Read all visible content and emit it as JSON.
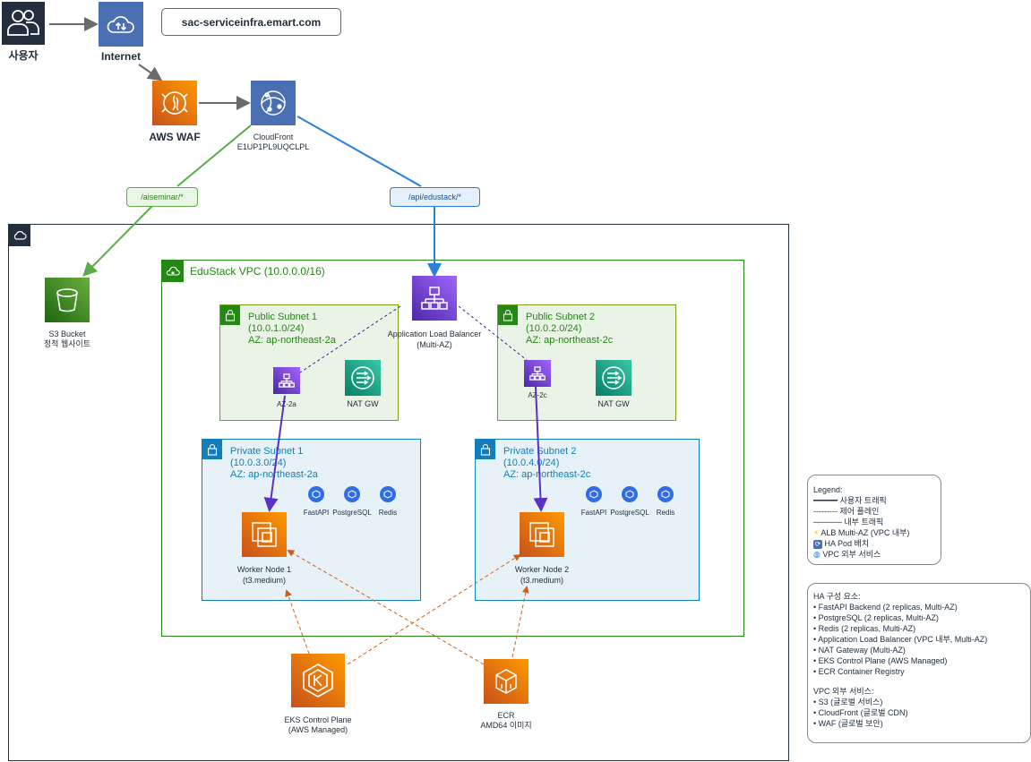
{
  "colors": {
    "vpc": "#248814",
    "public_fill": "#e9f3e6",
    "private_fill": "#e6f2f8",
    "private_stroke": "#147eba",
    "orange": "#ed7100",
    "purple": "#8c4fff",
    "green_line": "#5aad46",
    "blue_line": "#2c7fd6"
  },
  "nodes": {
    "user": "사용자",
    "internet": "Internet",
    "domain": "sac-serviceinfra.emart.com",
    "waf": "AWS WAF",
    "cloudfront": "CloudFront",
    "cloudfront_id": "E1UP1PL9UQCLPL",
    "path_s3": "/aiseminar/*",
    "path_api": "/api/edustack/*",
    "s3_line1": "S3 Bucket",
    "s3_line2": "정적 웹사이트",
    "vpc": "EduStack VPC (10.0.0.0/16)",
    "alb_line1": "Application Load Balancer",
    "alb_line2": "(Multi-AZ)",
    "eks_line1": "EKS Control Plane",
    "eks_line2": "(AWS Managed)",
    "ecr_line1": "ECR",
    "ecr_line2": "AMD64 이미지"
  },
  "subnets": {
    "public1": {
      "name": "Public Subnet 1",
      "cidr": "(10.0.1.0/24)",
      "az": "AZ: ap-northeast-2a",
      "alb_node": "AZ-2a",
      "nat": "NAT GW"
    },
    "public2": {
      "name": "Public Subnet 2",
      "cidr": "(10.0.2.0/24)",
      "az": "AZ: ap-northeast-2c",
      "alb_node": "AZ-2c",
      "nat": "NAT GW"
    },
    "private1": {
      "name": "Private Subnet 1",
      "cidr": "(10.0.3.0/24)",
      "az": "AZ: ap-northeast-2a",
      "pods": [
        "FastAPI",
        "PostgreSQL",
        "Redis"
      ],
      "worker1": "Worker Node 1",
      "worker2": "(t3.medium)"
    },
    "private2": {
      "name": "Private Subnet 2",
      "cidr": "(10.0.4.0/24)",
      "az": "AZ: ap-northeast-2c",
      "pods": [
        "FastAPI",
        "PostgreSQL",
        "Redis"
      ],
      "worker1": "Worker Node 2",
      "worker2": "(t3.medium)"
    }
  },
  "legend": {
    "title": "Legend:",
    "items": [
      "━━━━━ 사용자 트래픽",
      "--------- 제어 플레인",
      "───── 내부 트래픽",
      "ALB Multi-AZ (VPC 내부)",
      "HA Pod 배치",
      "VPC 외부 서비스"
    ]
  },
  "ha": {
    "title": "HA 구성 요소:",
    "items": [
      "• FastAPI Backend (2 replicas, Multi-AZ)",
      "• PostgreSQL (2 replicas, Multi-AZ)",
      "• Redis (2 replicas, Multi-AZ)",
      "• Application Load Balancer (VPC 내부, Multi-AZ)",
      "• NAT Gateway (Multi-AZ)",
      "• EKS Control Plane (AWS Managed)",
      "• ECR Container Registry"
    ],
    "ext_title": "VPC 외부 서비스:",
    "ext_items": [
      "• S3 (글로벌 서비스)",
      "• CloudFront (글로벌 CDN)",
      "• WAF (글로벌 보안)"
    ]
  }
}
